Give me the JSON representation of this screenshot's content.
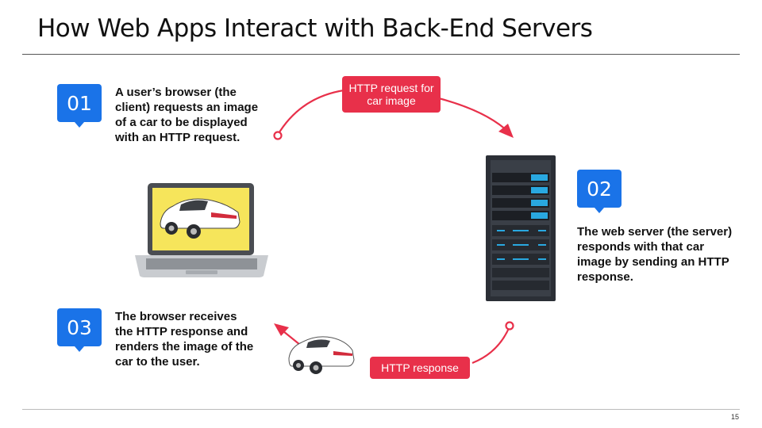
{
  "slide": {
    "title": "How Web Apps Interact with Back-End Servers",
    "page_number": "15"
  },
  "steps": [
    {
      "number": "01",
      "text": "A user’s browser (the client) requests an image of a car to be displayed with an HTTP request."
    },
    {
      "number": "02",
      "text": "The web server (the server) responds with that car image by sending an HTTP response."
    },
    {
      "number": "03",
      "text": "The browser receives the HTTP response and renders the image of the car to the user."
    }
  ],
  "labels": {
    "request": "HTTP request for car image",
    "response": "HTTP response"
  },
  "colors": {
    "accent_blue": "#1a73e8",
    "accent_red": "#e8304a",
    "server_dark": "#2b2f36",
    "server_led": "#29a8e0",
    "laptop_screen": "#f6e55b"
  },
  "icons": [
    "laptop-icon",
    "car-icon",
    "server-rack-icon",
    "arrow-icon"
  ]
}
